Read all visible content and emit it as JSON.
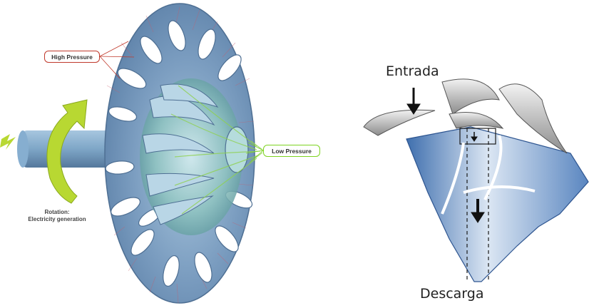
{
  "left_diagram": {
    "high_pressure_label": "High Pressure",
    "low_pressure_label": "Low Pressure",
    "rotation_label_line1": "Rotation:",
    "rotation_label_line2": "Electricity generation",
    "colors": {
      "disk": "#6f93b8",
      "shaft": "#7fa7c9",
      "arrow": "#b8d832",
      "high_pressure": "#c0392b",
      "low_pressure": "#7ed321",
      "flow": "#8fd14f"
    }
  },
  "right_diagram": {
    "inlet_label": "Entrada",
    "outlet_label": "Descarga",
    "colors": {
      "body": "#6d9bd1",
      "vane": "#b5b5b5"
    }
  }
}
